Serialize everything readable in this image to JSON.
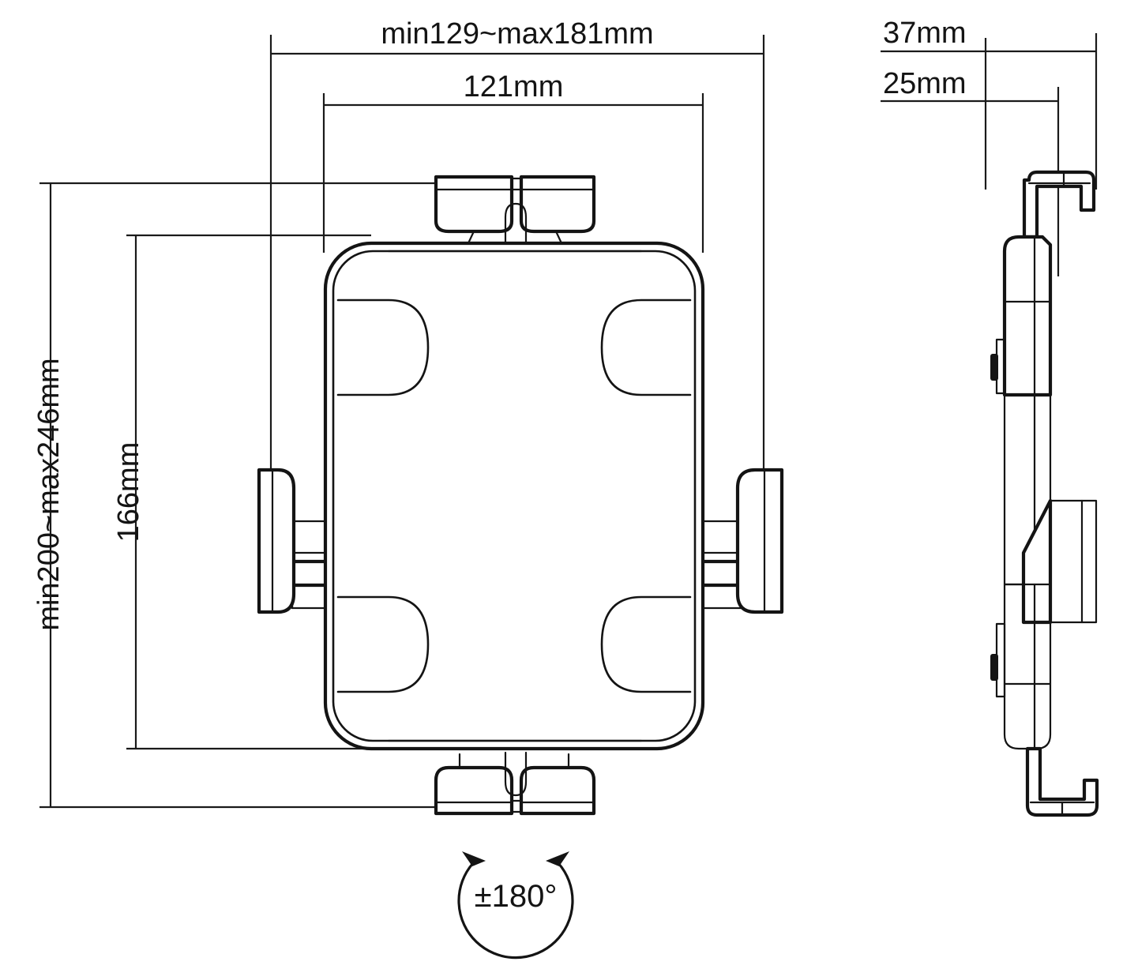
{
  "drawing": {
    "title": "Tablet Holder Dimensional Drawing",
    "units": "mm",
    "line_color": "#141414",
    "background_color": "#ffffff"
  },
  "front_view": {
    "name": "front-view",
    "dimensions": {
      "overall_width_range": "min129~max181mm",
      "holder_width": "121mm",
      "overall_height_range": "min200~max246mm",
      "holder_height": "166mm"
    }
  },
  "side_view": {
    "name": "side-view",
    "dimensions": {
      "overall_depth": "37mm",
      "body_depth": "25mm"
    }
  },
  "rotation_symbol": {
    "label": "±180°"
  }
}
